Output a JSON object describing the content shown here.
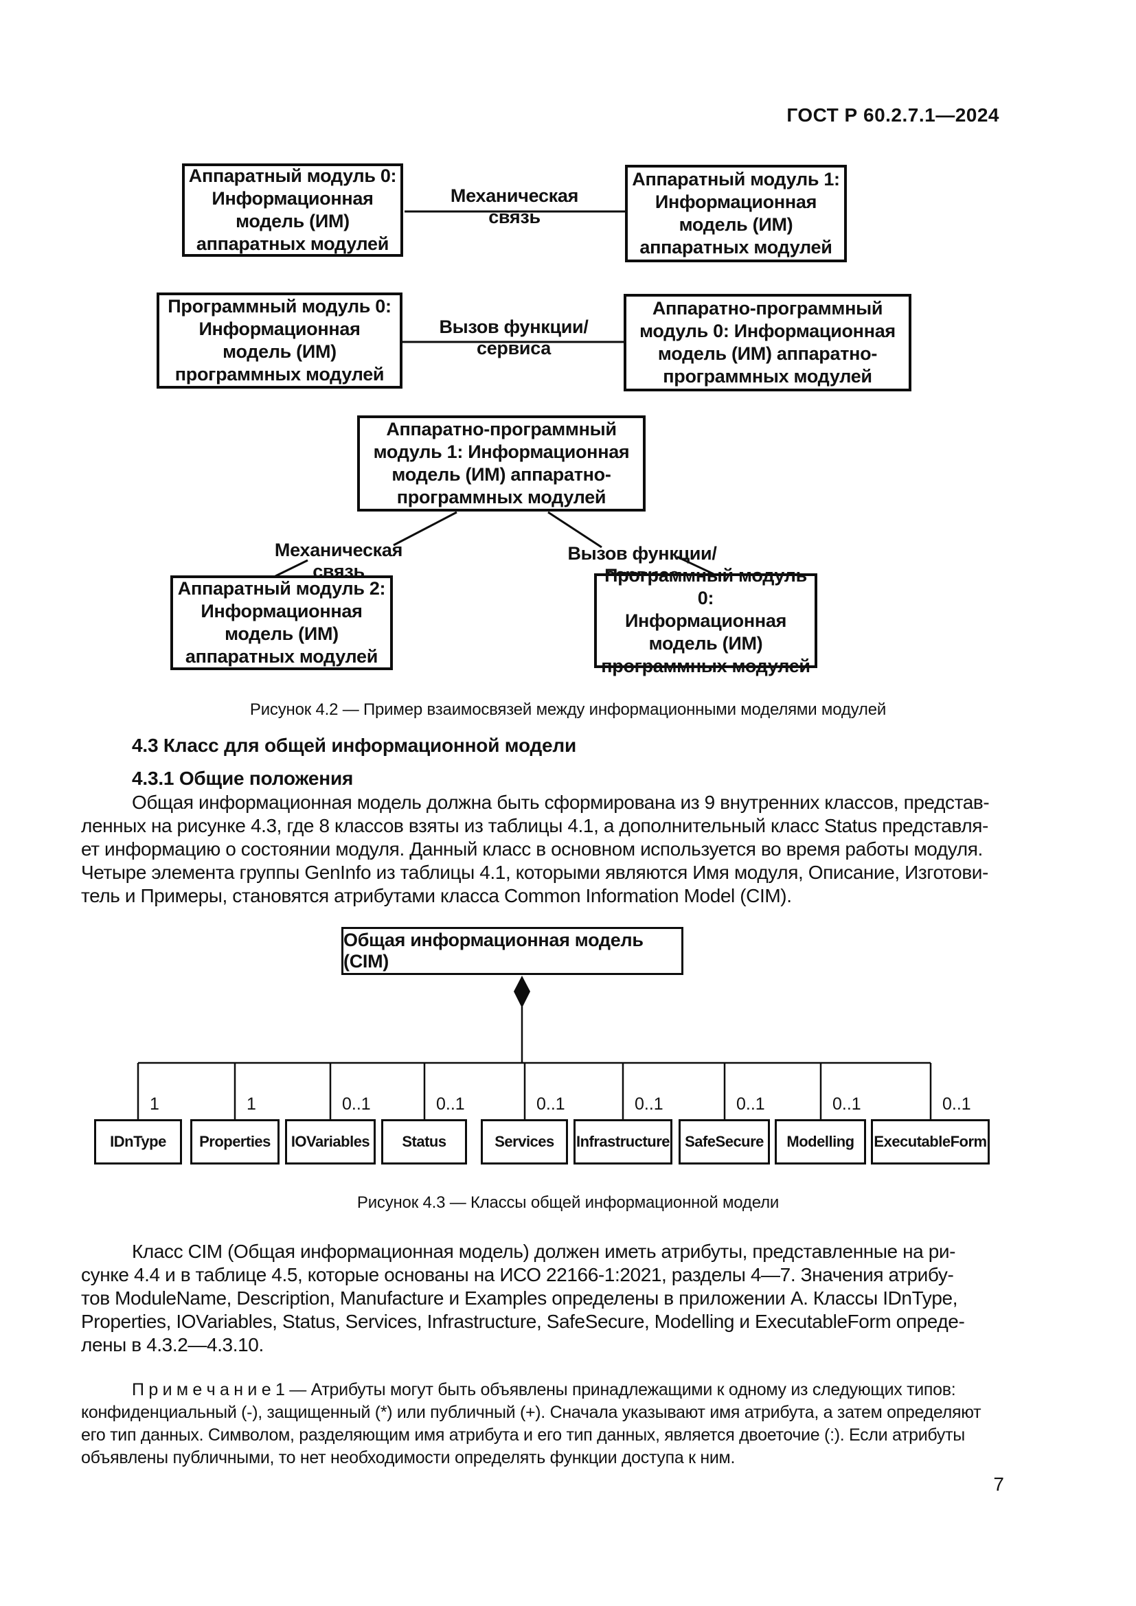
{
  "header": {
    "doc_code": "ГОСТ Р 60.2.7.1—2024"
  },
  "fig42": {
    "boxes": {
      "hw0": "Аппаратный модуль 0:\nИнформационная\nмодель (ИМ)\nаппаратных модулей",
      "hw1": "Аппаратный модуль 1:\nИнформационная\nмодель (ИМ)\nаппаратных модулей",
      "sw0": "Программный модуль 0:\nИнформационная\nмодель (ИМ)\nпрограммных модулей",
      "hsw0": "Аппаратно-программный\nмодуль 0: Информационная\nмодель (ИМ) аппаратно-\nпрограммных модулей",
      "hsw1": "Аппаратно-программный\nмодуль 1: Информационная\nмодель (ИМ) аппаратно-\nпрограммных модулей",
      "hw2": "Аппаратный модуль 2:\nИнформационная\nмодель (ИМ)\nаппаратных модулей",
      "sw0b": "Программный модуль 0:\nИнформационная\nмодель (ИМ)\nпрограммных модулей"
    },
    "links": {
      "mech_top": "Механическая связь",
      "call_top": "Вызов функции/сервиса",
      "mech_bottom": "Механическая связь",
      "call_bottom": "Вызов функции/сервиса"
    },
    "caption": "Рисунок 4.2 — Пример взаимосвязей между информационными моделями модулей"
  },
  "section": {
    "heading": "4.3 Класс для общей информационной модели",
    "subheading": "4.3.1 Общие положения",
    "para1": "Общая информационная модель должна быть сформирована из 9 внутренних классов, представ-\nленных на рисунке 4.3, где 8 классов взяты из таблицы 4.1, а дополнительный класс Status представля-\nет информацию о состоянии модуля. Данный класс в основном используется во время работы модуля.\nЧетыре элемента группы GenInfo из таблицы 4.1, которыми являются Имя модуля, Описание, Изготови-\nтель и Примеры, становятся атрибутами класса Common Information Model (CIM)."
  },
  "fig43": {
    "root": "Общая информационная модель (CIM)",
    "classes": [
      {
        "name": "IDnType",
        "mult": "1"
      },
      {
        "name": "Properties",
        "mult": "1"
      },
      {
        "name": "IOVariables",
        "mult": "0..1"
      },
      {
        "name": "Status",
        "mult": "0..1"
      },
      {
        "name": "Services",
        "mult": "0..1"
      },
      {
        "name": "Infrastructure",
        "mult": "0..1"
      },
      {
        "name": "SafeSecure",
        "mult": "0..1"
      },
      {
        "name": "Modelling",
        "mult": "0..1"
      },
      {
        "name": "ExecutableForm",
        "mult": "0..1"
      }
    ],
    "caption": "Рисунок 4.3 — Классы общей информационной модели"
  },
  "para2": "Класс CIM (Общая информационная модель) должен иметь атрибуты, представленные на ри-\nсунке 4.4 и в таблице 4.5, которые основаны на ИСО 22166-1:2021, разделы 4—7. Значения атрибу-\nтов ModuleName, Description, Manufacture и Examples определены в приложении А. Классы IDnType,\nProperties, IOVariables, Status, Services, Infrastructure, SafeSecure, Modelling и ExecutableForm опреде-\nлены в 4.3.2—4.3.10.",
  "note": "П р и м е ч а н и е   1 — Атрибуты могут быть объявлены принадлежащими к одному из следующих типов:\nконфиденциальный (-), защищенный (*) или публичный (+). Сначала указывают имя атрибута, а затем определяют\nего тип данных. Символом, разделяющим имя атрибута и его тип данных, является двоеточие (:). Если атрибуты\nобъявлены публичными, то нет необходимости определять функции доступа к ним.",
  "page_number": "7"
}
